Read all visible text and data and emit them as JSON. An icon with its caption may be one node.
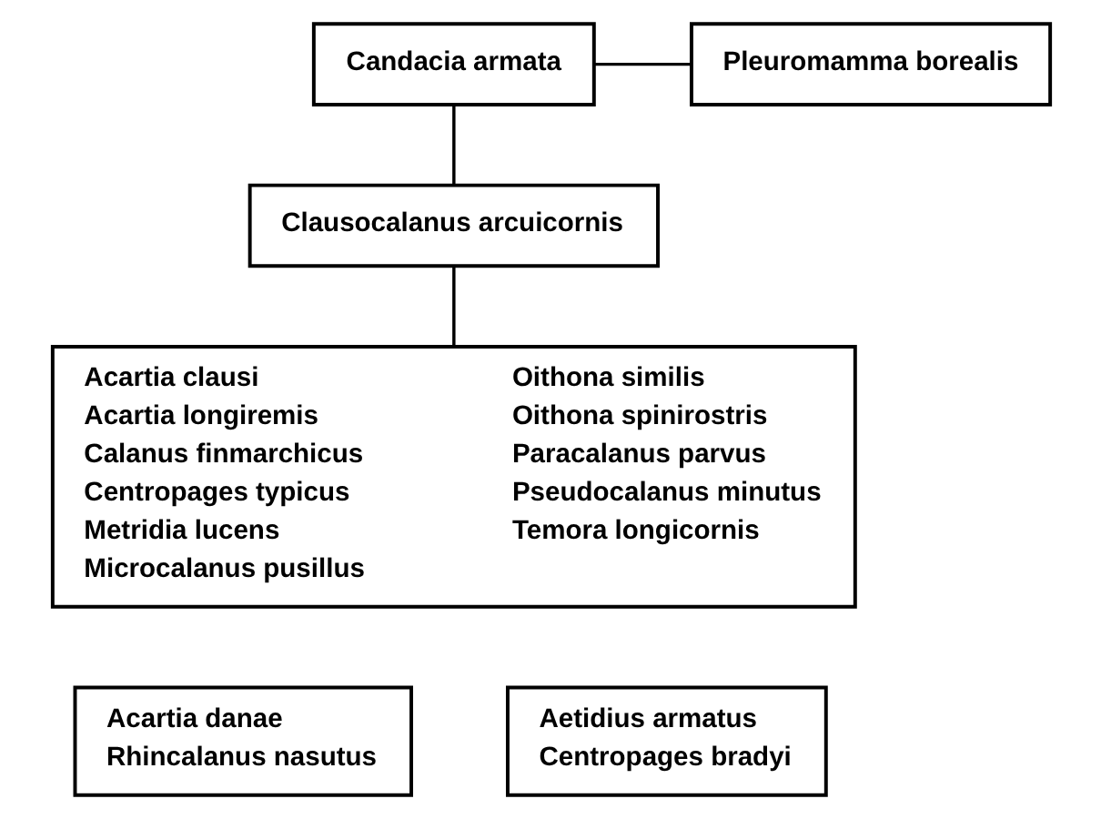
{
  "diagram": {
    "nodes": [
      {
        "text": [
          "Candacia armata"
        ]
      },
      {
        "text": [
          "Pleuromamma borealis"
        ]
      },
      {
        "text": [
          "Clausocalanus arcuicornis"
        ]
      },
      {
        "text": [
          "Acartia clausi",
          "Acartia longiremis",
          "Calanus finmarchicus",
          "Centropages typicus",
          "Metridia lucens",
          "Microcalanus pusillus",
          "Oithona similis",
          "Oithona spinirostris",
          "Paracalanus parvus",
          "Pseudocalanus minutus",
          "Temora longicornis"
        ]
      },
      {
        "text": [
          "Acartia danae",
          "Rhincalanus nasutus"
        ]
      },
      {
        "text": [
          "Aetidius armatus",
          "Centropages bradyi"
        ]
      }
    ],
    "edges": [
      {
        "from": 0,
        "to": 1,
        "arrow": "none"
      },
      {
        "from": 0,
        "to": 2,
        "arrow": "none"
      },
      {
        "from": 2,
        "to": 3,
        "arrow": "none"
      }
    ]
  }
}
